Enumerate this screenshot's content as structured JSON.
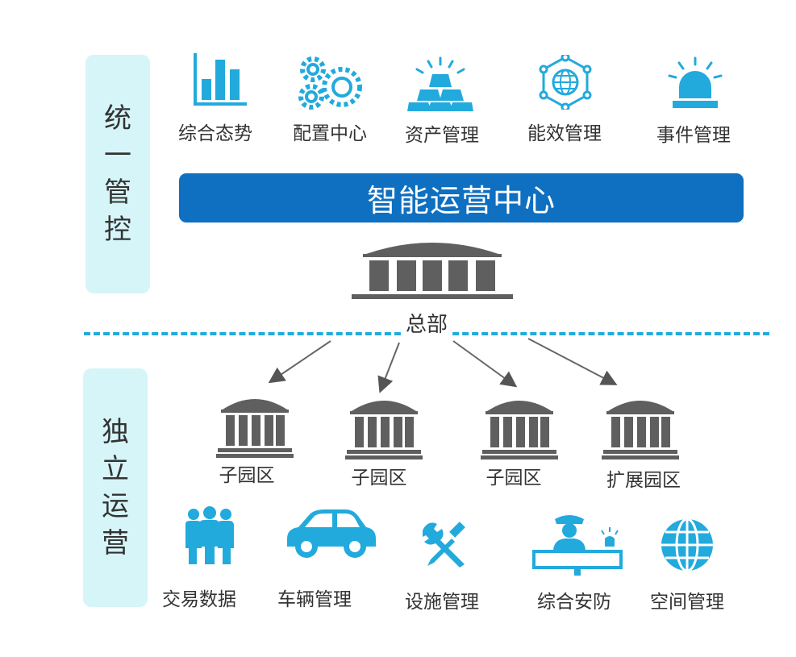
{
  "unified": {
    "title_chars": [
      "统",
      "一",
      "管",
      "控"
    ]
  },
  "independent": {
    "title_chars": [
      "独",
      "立",
      "运",
      "营"
    ]
  },
  "top_icons": [
    {
      "label": "综合态势",
      "icon": "bar-chart-icon"
    },
    {
      "label": "配置中心",
      "icon": "gears-icon"
    },
    {
      "label": "资产管理",
      "icon": "gold-bars-icon"
    },
    {
      "label": "能效管理",
      "icon": "network-globe-icon"
    },
    {
      "label": "事件管理",
      "icon": "alarm-light-icon"
    }
  ],
  "banner": {
    "text": "智能运营中心"
  },
  "hq": {
    "label": "总部",
    "icon": "bank-building-icon"
  },
  "parks": [
    {
      "label": "子园区",
      "icon": "bank-building-icon"
    },
    {
      "label": "子园区",
      "icon": "bank-building-icon"
    },
    {
      "label": "子园区",
      "icon": "bank-building-icon"
    },
    {
      "label": "扩展园区",
      "icon": "bank-building-icon"
    }
  ],
  "bottom_icons": [
    {
      "label": "交易数据",
      "icon": "people-group-icon"
    },
    {
      "label": "车辆管理",
      "icon": "car-icon"
    },
    {
      "label": "设施管理",
      "icon": "wrench-screwdriver-icon"
    },
    {
      "label": "综合安防",
      "icon": "security-guard-icon"
    },
    {
      "label": "空间管理",
      "icon": "globe-grid-icon"
    }
  ],
  "colors": {
    "accent": "#22aadd",
    "banner": "#0f6fc0",
    "building": "#5f5f5f",
    "panel": "#d6f5f8"
  }
}
